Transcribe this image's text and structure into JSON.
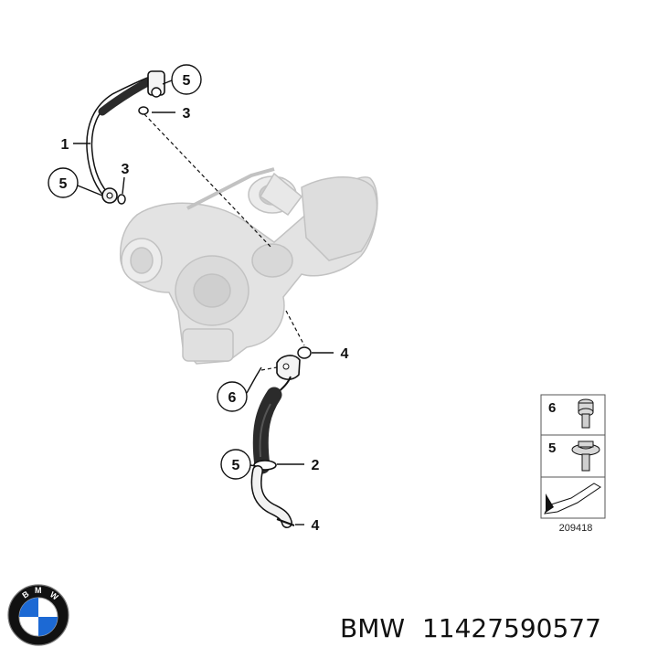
{
  "diagram": {
    "callouts": {
      "c1": "1",
      "c2": "2",
      "c3a": "3",
      "c3b": "3",
      "c4a": "4",
      "c4b": "4",
      "c5a": "5",
      "c5b": "5",
      "c5c": "5",
      "c6": "6"
    },
    "legend": {
      "row1_number": "6",
      "row2_number": "5",
      "reference_code": "209418"
    }
  },
  "footer": {
    "brand": "BMW",
    "part_number": "11427590577",
    "logo_letters": "BMW"
  },
  "colors": {
    "line": "#111111",
    "part_fill": "#e2e2e2",
    "part_stroke": "#bdbdbd",
    "hose_dark": "#2b2b2b",
    "bmw_blue": "#1c69d4"
  }
}
